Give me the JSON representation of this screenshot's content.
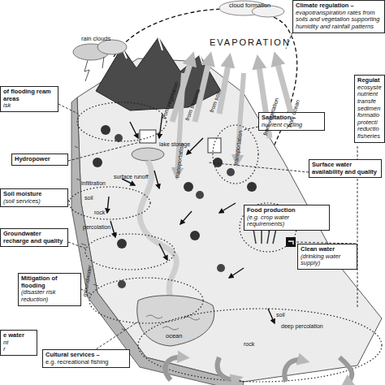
{
  "diagram": {
    "nodes": [
      {
        "text": [
          "of flooding ream areas",
          "isk"
        ]
      },
      {
        "text": [
          "Hydropower"
        ]
      },
      {
        "text": [
          "Soil moisture",
          "(soil services)"
        ]
      },
      {
        "text": [
          "Groundwater recharge and quality"
        ]
      },
      {
        "text": [
          "Mitigation of flooding",
          "(disaster risk reduction)"
        ]
      },
      {
        "text": [
          "Cultural services –",
          "e.g. recreational fishing"
        ]
      },
      {
        "text": [
          "e water",
          "nt",
          "r"
        ]
      },
      {
        "text": [
          "Climate regulation –",
          "evapotranspiration rates from soils and vegetation supporting humidity and rainfall patterns"
        ]
      },
      {
        "text": [
          "Regulat",
          "ecosyste nutrient transfe sedimen formatio protecti reductio fisheries"
        ]
      },
      {
        "text": [
          "Sanitation –",
          "nutrient cycling"
        ]
      },
      {
        "text": [
          "Surface water availability and quality"
        ]
      },
      {
        "text": [
          "Food production",
          "(e.g. crop water requirements)"
        ]
      },
      {
        "text": [
          "Clean water",
          "(drinking water supply)"
        ]
      }
    ],
    "labels": [
      "cloud formation",
      "rain clouds",
      "EVAPORATION",
      "from vegetation",
      "from streams",
      "from soil",
      "transportation",
      "transportation",
      "from vegetation",
      "from ocean",
      "lake storage",
      "surface runoff",
      "infiltration",
      "soil",
      "rock",
      "percolation",
      "groundwater",
      "ocean",
      "soil",
      "deep percolation",
      "rock"
    ]
  }
}
